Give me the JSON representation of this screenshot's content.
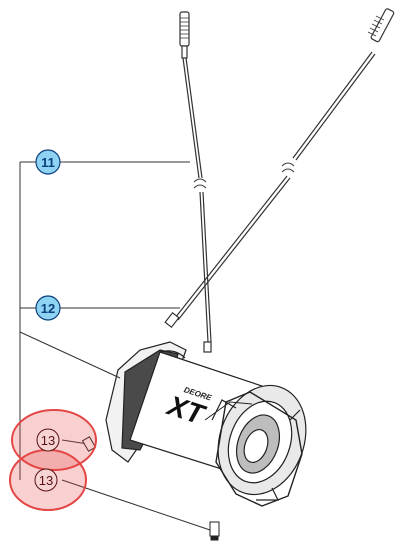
{
  "diagram": {
    "callouts": [
      {
        "number": "11",
        "style": "blue"
      },
      {
        "number": "12",
        "style": "blue"
      },
      {
        "number": "13",
        "style": "red-highlight"
      },
      {
        "number": "13",
        "style": "red-highlight"
      }
    ],
    "logo": {
      "text": "XT",
      "small": "DEORE"
    }
  },
  "colors": {
    "callout_blue": "#8fd3f4",
    "callout_outline": "#0b3f7a",
    "highlight_red": "#e44545",
    "line": "#333333"
  }
}
